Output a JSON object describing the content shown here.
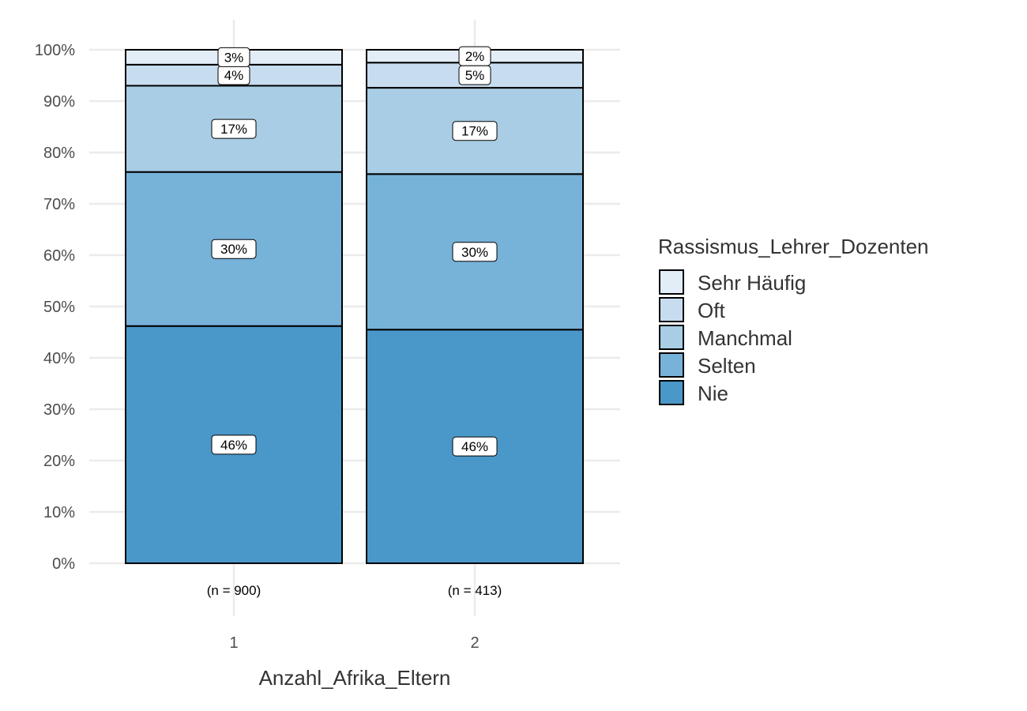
{
  "chart_data": {
    "type": "bar",
    "stacked": true,
    "percent": true,
    "categories": [
      "1",
      "2"
    ],
    "group_annotations": [
      "(n = 900)",
      "(n = 413)"
    ],
    "series": [
      {
        "name": "Nie",
        "color": "#4a98c9",
        "values": [
          46.2,
          45.5
        ],
        "labels": [
          "46%",
          "46%"
        ]
      },
      {
        "name": "Selten",
        "color": "#77b2d9",
        "values": [
          30.0,
          30.3
        ],
        "labels": [
          "30%",
          "30%"
        ]
      },
      {
        "name": "Manchmal",
        "color": "#a8cde4",
        "values": [
          16.8,
          16.8
        ],
        "labels": [
          "17%",
          "17%"
        ]
      },
      {
        "name": "Oft",
        "color": "#c8dcef",
        "values": [
          4.1,
          4.9
        ],
        "labels": [
          "4%",
          "5%"
        ]
      },
      {
        "name": "Sehr Häufig",
        "color": "#e2edf8",
        "values": [
          2.9,
          2.5
        ],
        "labels": [
          "3%",
          "2%"
        ]
      }
    ],
    "xlabel": "Anzahl_Afrika_Eltern",
    "ylabel": "",
    "ylim": [
      0,
      100
    ],
    "yticks": [
      "0%",
      "10%",
      "20%",
      "30%",
      "40%",
      "50%",
      "60%",
      "70%",
      "80%",
      "90%",
      "100%"
    ],
    "legend_title": "Rassismus_Lehrer_Dozenten",
    "legend_order": [
      "Sehr Häufig",
      "Oft",
      "Manchmal",
      "Selten",
      "Nie"
    ],
    "legend_position": "right",
    "grid": true
  }
}
